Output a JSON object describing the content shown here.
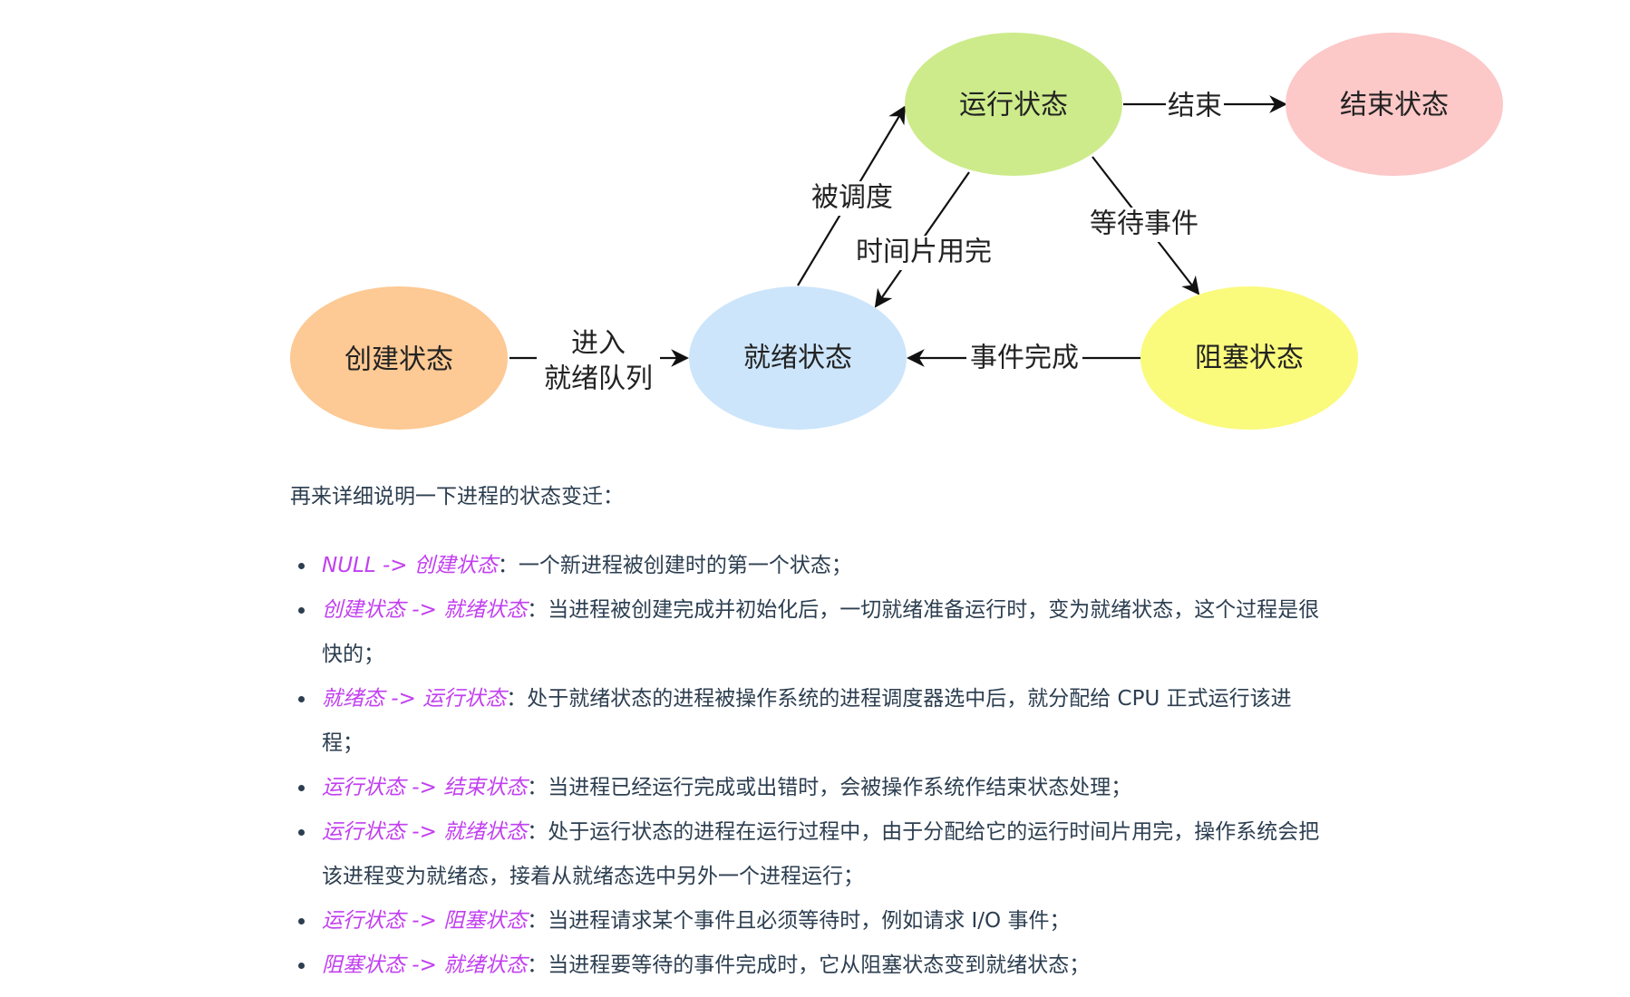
{
  "diagram": {
    "states": {
      "create": "创建状态",
      "ready": "就绪状态",
      "running": "运行状态",
      "exit": "结束状态",
      "blocked": "阻塞状态"
    },
    "transitions": {
      "enter_line1": "进入",
      "enter_line2": "就绪队列",
      "scheduled": "被调度",
      "timeslice": "时间片用完",
      "wait_event": "等待事件",
      "finish": "结束",
      "event_done": "事件完成"
    },
    "colors": {
      "create": "#fdc994",
      "ready": "#cce5fb",
      "running": "#cdeb8b",
      "exit": "#fcc8c8",
      "blocked": "#fafa7d"
    }
  },
  "intro": "再来详细说明一下进程的状态变迁：",
  "items": [
    {
      "from_to": "NULL -> 创建状态",
      "desc": "：一个新进程被创建时的第一个状态；",
      "desc2": ""
    },
    {
      "from_to": "创建状态 -> 就绪状态",
      "desc": "：当进程被创建完成并初始化后，一切就绪准备运行时，变为就绪状态，这个过程是很",
      "desc2": "快的；"
    },
    {
      "from_to": "就绪态 -> 运行状态",
      "desc": "：处于就绪状态的进程被操作系统的进程调度器选中后，就分配给 CPU 正式运行该进",
      "desc2": "程；"
    },
    {
      "from_to": "运行状态 -> 结束状态",
      "desc": "：当进程已经运行完成或出错时，会被操作系统作结束状态处理；",
      "desc2": ""
    },
    {
      "from_to": "运行状态 -> 就绪状态",
      "desc": "：处于运行状态的进程在运行过程中，由于分配给它的运行时间片用完，操作系统会把",
      "desc2": "该进程变为就绪态，接着从就绪态选中另外一个进程运行；"
    },
    {
      "from_to": "运行状态 -> 阻塞状态",
      "desc": "：当进程请求某个事件且必须等待时，例如请求 I/O 事件；",
      "desc2": ""
    },
    {
      "from_to": "阻塞状态 -> 就绪状态",
      "desc": "：当进程要等待的事件完成时，它从阻塞状态变到就绪状态；",
      "desc2": ""
    }
  ]
}
